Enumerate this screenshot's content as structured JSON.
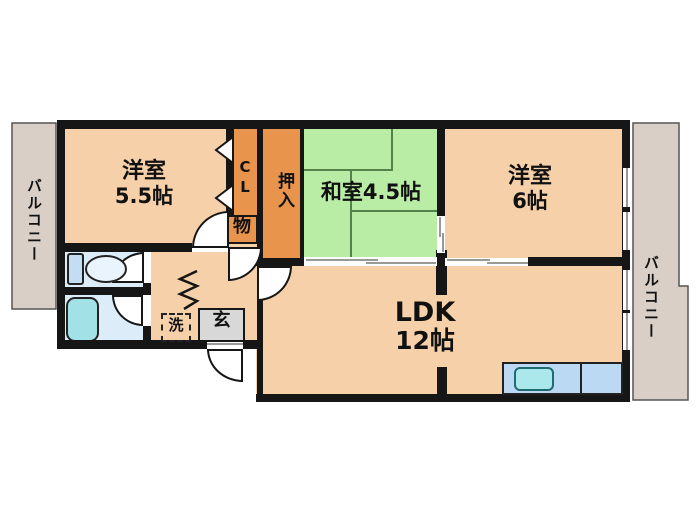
{
  "floorplan": {
    "balconies": {
      "left": "バルコニー",
      "right": "バルコニー"
    },
    "rooms": {
      "western_55": {
        "name": "洋室",
        "size": "5.5帖"
      },
      "japanese_45": {
        "name": "和室4.5帖"
      },
      "western_6": {
        "name": "洋室",
        "size": "6帖"
      },
      "ldk": {
        "name": "LDK",
        "size": "12帖"
      }
    },
    "storage": {
      "closet": "CL",
      "oshiire": "押入",
      "misc": "物"
    },
    "fixtures": {
      "washer": "洗",
      "entrance": "玄"
    },
    "colors": {
      "room_floor": "#f6d0a8",
      "tatami": "#b9eda6",
      "tatami_line": "#55824a",
      "closet": "#e8944d",
      "balcony": "#d9cfc7",
      "wet_room": "#dcedf9",
      "bathtub": "#a2e1e5",
      "kitchen_counter": "#bcd9f3",
      "sink": "#abe8ec",
      "entrance_floor": "#d8d8d8",
      "wall": "#161616"
    }
  }
}
